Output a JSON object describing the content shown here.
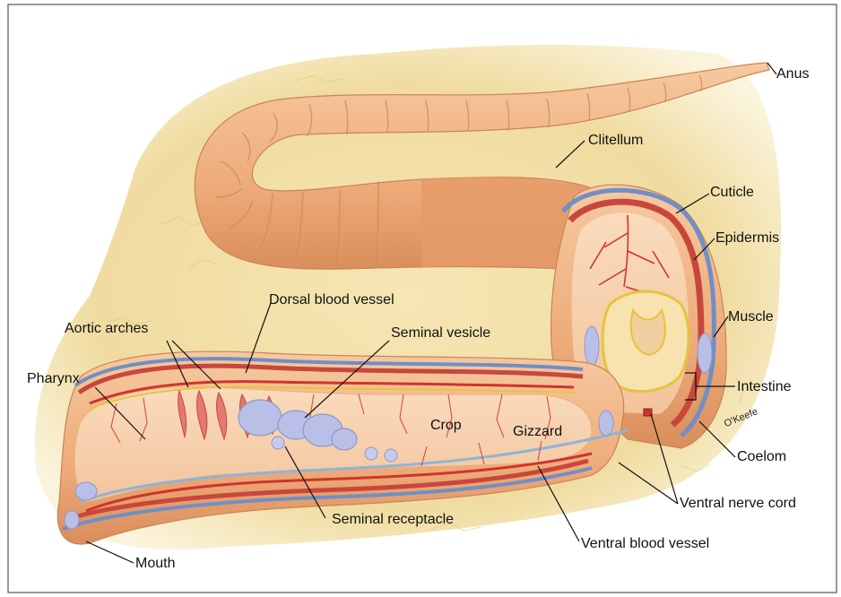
{
  "labels": {
    "anus": "Anus",
    "clitellum": "Clitellum",
    "cuticle": "Cuticle",
    "epidermis": "Epidermis",
    "muscle": "Muscle",
    "intestine": "Intestine",
    "coelom": "Coelom",
    "ventral_nerve_cord": "Ventral nerve cord",
    "ventral_blood_vessel": "Ventral blood vessel",
    "seminal_receptacle": "Seminal receptacle",
    "mouth": "Mouth",
    "pharynx": "Pharynx",
    "aortic_arches": "Aortic arches",
    "dorsal_blood_vessel": "Dorsal blood vessel",
    "seminal_vesicle": "Seminal vesicle",
    "crop": "Crop",
    "gizzard": "Gizzard"
  },
  "signature": "O'Keefe",
  "colors": {
    "background_soil": "#f1dfa8",
    "body": "#f0b98a",
    "body_shade": "#d9925f",
    "cuticle_blue": "#6f8fc6",
    "muscle_red": "#c8473c",
    "vessel_red": "#d0342c",
    "organ_blue": "#b9bfe6",
    "frame": "#333333"
  }
}
